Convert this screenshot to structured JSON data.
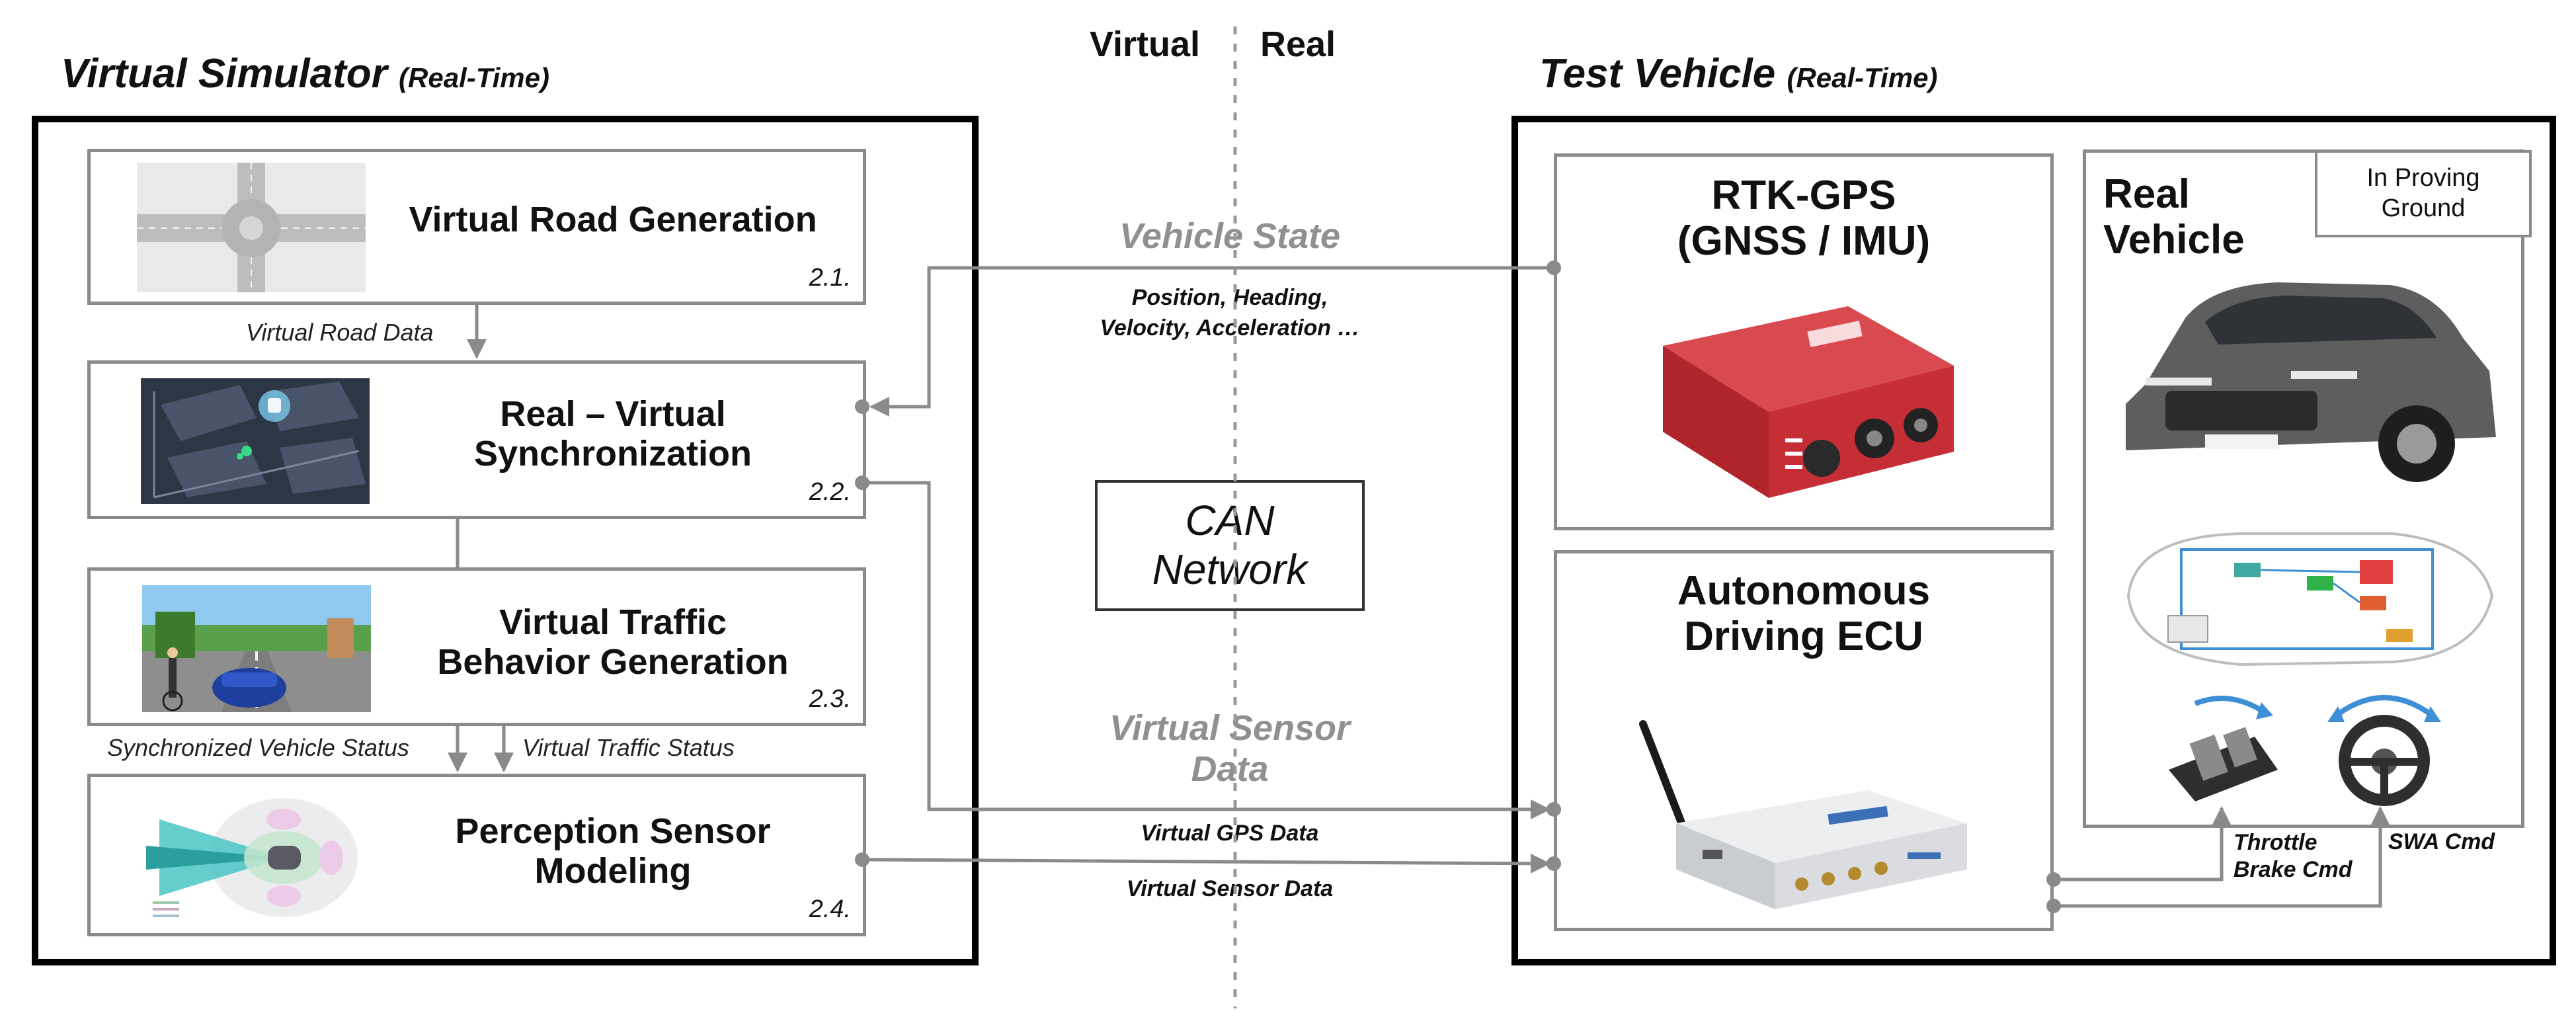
{
  "divider": {
    "left_label": "Virtual",
    "right_label": "Real"
  },
  "left_section": {
    "title": "Virtual Simulator",
    "subtitle": "(Real-Time)",
    "boxes": [
      {
        "title_line1": "Virtual Road Generation",
        "title_line2": "",
        "number": "2.1."
      },
      {
        "title_line1": "Real – Virtual",
        "title_line2": "Synchronization",
        "number": "2.2."
      },
      {
        "title_line1": "Virtual Traffic",
        "title_line2": "Behavior Generation",
        "number": "2.3."
      },
      {
        "title_line1": "Perception Sensor",
        "title_line2": "Modeling",
        "number": "2.4."
      }
    ],
    "flow_labels": {
      "road_data": "Virtual Road Data",
      "sync_status": "Synchronized Vehicle Status",
      "traffic_status": "Virtual Traffic Status"
    }
  },
  "middle": {
    "vehicle_state": "Vehicle State",
    "vehicle_state_detail_1": "Position, Heading,",
    "vehicle_state_detail_2": "Velocity, Acceleration …",
    "can_line1": "CAN",
    "can_line2": "Network",
    "virtual_sensor_1": "Virtual Sensor",
    "virtual_sensor_2": "Data",
    "gps_data": "Virtual GPS Data",
    "sensor_data": "Virtual Sensor Data"
  },
  "right_section": {
    "title": "Test Vehicle",
    "subtitle": "(Real-Time)",
    "rtk_line1": "RTK-GPS",
    "rtk_line2": "(GNSS / IMU)",
    "ecu_line1": "Autonomous",
    "ecu_line2": "Driving ECU",
    "real_vehicle_line1": "Real",
    "real_vehicle_line2": "Vehicle",
    "proving_line1": "In Proving",
    "proving_line2": "Ground",
    "throttle_line1": "Throttle",
    "throttle_line2": "Brake Cmd",
    "swa_cmd": "SWA Cmd"
  },
  "colors": {
    "frame": "#000000",
    "inner_border": "#8a8a8a",
    "connector": "#8a8a8a",
    "muted_heading": "#909090",
    "gps_red": "#c0282e",
    "vehicle_gray": "#5e5e5e",
    "ecu_silver": "#dadcdf"
  },
  "icons": [
    "road-intersection-icon",
    "map-sync-icon",
    "traffic-scene-icon",
    "sensor-coverage-icon",
    "gps-unit-icon",
    "ecu-unit-icon",
    "suv-icon",
    "vehicle-schematic-icon",
    "pedal-icon",
    "steering-wheel-icon"
  ]
}
